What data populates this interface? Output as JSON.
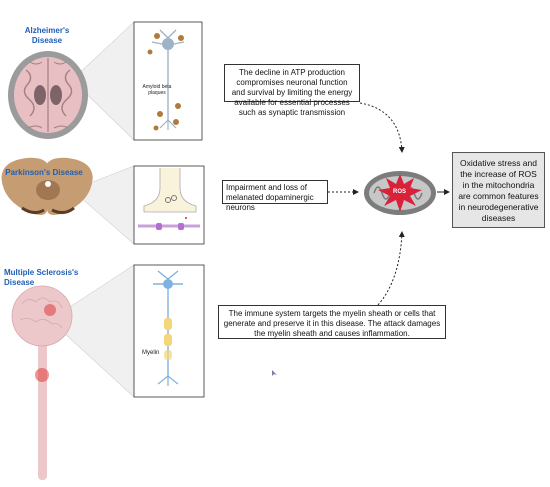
{
  "diseases": {
    "alzheimers": "Alzheimer's Disease",
    "parkinsons": "Parkinson's Disease",
    "ms": "Multiple Sclerosis's Disease"
  },
  "panels": {
    "amyloid_label": "Amyloid beta plaques",
    "myelin_label": "Myelin"
  },
  "boxes": {
    "atp": "The decline in ATP production compromises neuronal function and survival by limiting the energy available for essential processes such as synaptic transmission",
    "dopaminergic": "Impairment and loss of melanated dopaminergic neurons",
    "immune": "The immune system targets the myelin sheath or cells that generate and preserve it in this disease. The attack damages the myelin sheath and causes inflammation."
  },
  "center": {
    "ros_label": "ROS"
  },
  "summary": "Oxidative stress and the increase of ROS in the mitochondria are common features in neurodegenerative diseases",
  "colors": {
    "label_blue": "#1f5fb5",
    "brain_pink": "#e8c0c4",
    "spine_pink": "#ecc8cb",
    "midbrain_brown": "#c69c72",
    "mito_gray": "#8a8a8a",
    "ros_red": "#d9213a",
    "summary_bg": "#e6e6e6"
  }
}
